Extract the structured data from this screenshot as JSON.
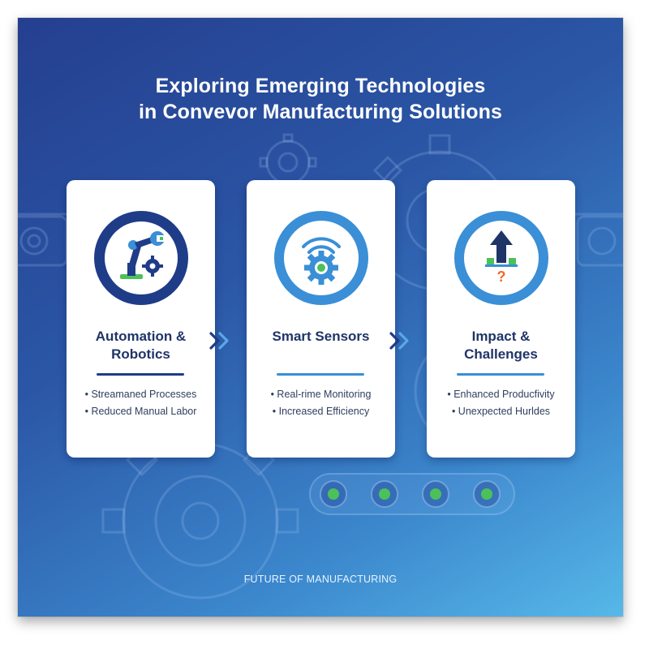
{
  "title": {
    "line1": "Exploring Emerging Technologies",
    "line2": "in Convevor Manufacturing Solutions"
  },
  "cards": [
    {
      "title_line1": "Automation &",
      "title_line2": "Robotics",
      "icon": "robot-arm-icon",
      "points": [
        "• Streamaned Processes",
        "• Reduced Manual Labor"
      ],
      "accent": "#1f3c88"
    },
    {
      "title_line1": "Smart Sensors",
      "title_line2": "",
      "icon": "wireless-gear-icon",
      "points": [
        "• Real-rime Monitoring",
        "• Increased Efficiency"
      ],
      "accent": "#3a8fd6"
    },
    {
      "title_line1": "Impact &",
      "title_line2": "Challenges",
      "icon": "arrow-question-icon",
      "points": [
        "• Enhanced Producfivity",
        "• Unexpected Hurldes"
      ],
      "accent": "#3a8fd6"
    }
  ],
  "footer": "FUTURE OF MANUFACTURING",
  "colors": {
    "background_start": "#253f8f",
    "background_end": "#56b8e8",
    "navy": "#1f3467",
    "accent_green": "#4cc15a",
    "accent_orange": "#f26b2a"
  }
}
